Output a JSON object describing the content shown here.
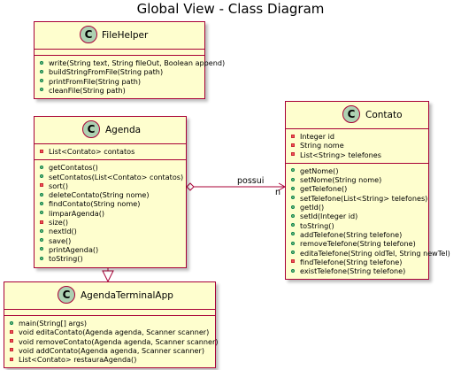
{
  "title": "Global View - Class Diagram",
  "classes": {
    "filehelper": {
      "badge": "C",
      "name": "FileHelper",
      "fields": [],
      "methods": [
        {
          "vis": "public",
          "text": "write(String text, String fileOut, Boolean append)"
        },
        {
          "vis": "public",
          "text": "buildStringFromFile(String path)"
        },
        {
          "vis": "public",
          "text": "printFromFile(String path)"
        },
        {
          "vis": "public",
          "text": "cleanFile(String path)"
        }
      ]
    },
    "agenda": {
      "badge": "C",
      "name": "Agenda",
      "fields": [
        {
          "vis": "private",
          "text": "List<Contato> contatos"
        }
      ],
      "methods": [
        {
          "vis": "public",
          "text": "getContatos()"
        },
        {
          "vis": "public",
          "text": "setContatos(List<Contato> contatos)"
        },
        {
          "vis": "private",
          "text": "sort()"
        },
        {
          "vis": "public",
          "text": "deleteContato(String nome)"
        },
        {
          "vis": "public",
          "text": "findContato(String nome)"
        },
        {
          "vis": "public",
          "text": "limparAgenda()"
        },
        {
          "vis": "private",
          "text": "size()"
        },
        {
          "vis": "public",
          "text": "nextId()"
        },
        {
          "vis": "public",
          "text": "save()"
        },
        {
          "vis": "public",
          "text": "printAgenda()"
        },
        {
          "vis": "public",
          "text": "toString()"
        }
      ]
    },
    "contato": {
      "badge": "C",
      "name": "Contato",
      "fields": [
        {
          "vis": "private",
          "text": "Integer id"
        },
        {
          "vis": "private",
          "text": "String nome"
        },
        {
          "vis": "private",
          "text": "List<String> telefones"
        }
      ],
      "methods": [
        {
          "vis": "public",
          "text": "getNome()"
        },
        {
          "vis": "public",
          "text": "setNome(String nome)"
        },
        {
          "vis": "public",
          "text": "getTelefone()"
        },
        {
          "vis": "public",
          "text": "setTelefone(List<String> telefones)"
        },
        {
          "vis": "public",
          "text": "getId()"
        },
        {
          "vis": "public",
          "text": "setId(Integer id)"
        },
        {
          "vis": "public",
          "text": "toString()"
        },
        {
          "vis": "public",
          "text": "addTelefone(String telefone)"
        },
        {
          "vis": "public",
          "text": "removeTelefone(String telefone)"
        },
        {
          "vis": "public",
          "text": "editaTelefone(String oldTel, String newTel)"
        },
        {
          "vis": "private",
          "text": "findTelefone(String telefone)"
        },
        {
          "vis": "public",
          "text": "existTelefone(String telefone)"
        }
      ]
    },
    "agendaterminalapp": {
      "badge": "C",
      "name": "AgendaTerminalApp",
      "fields": [],
      "methods": [
        {
          "vis": "public",
          "text": "main(String[] args)"
        },
        {
          "vis": "private",
          "text": "void editaContato(Agenda agenda, Scanner scanner)"
        },
        {
          "vis": "private",
          "text": "void removeContato(Agenda agenda, Scanner scanner)"
        },
        {
          "vis": "private",
          "text": "void addContato(Agenda agenda, Scanner scanner)"
        },
        {
          "vis": "private",
          "text": "List<Contato> restauraAgenda()"
        }
      ]
    }
  },
  "relations": {
    "aggregation": {
      "label": "possui",
      "multiplicity": "n"
    }
  }
}
